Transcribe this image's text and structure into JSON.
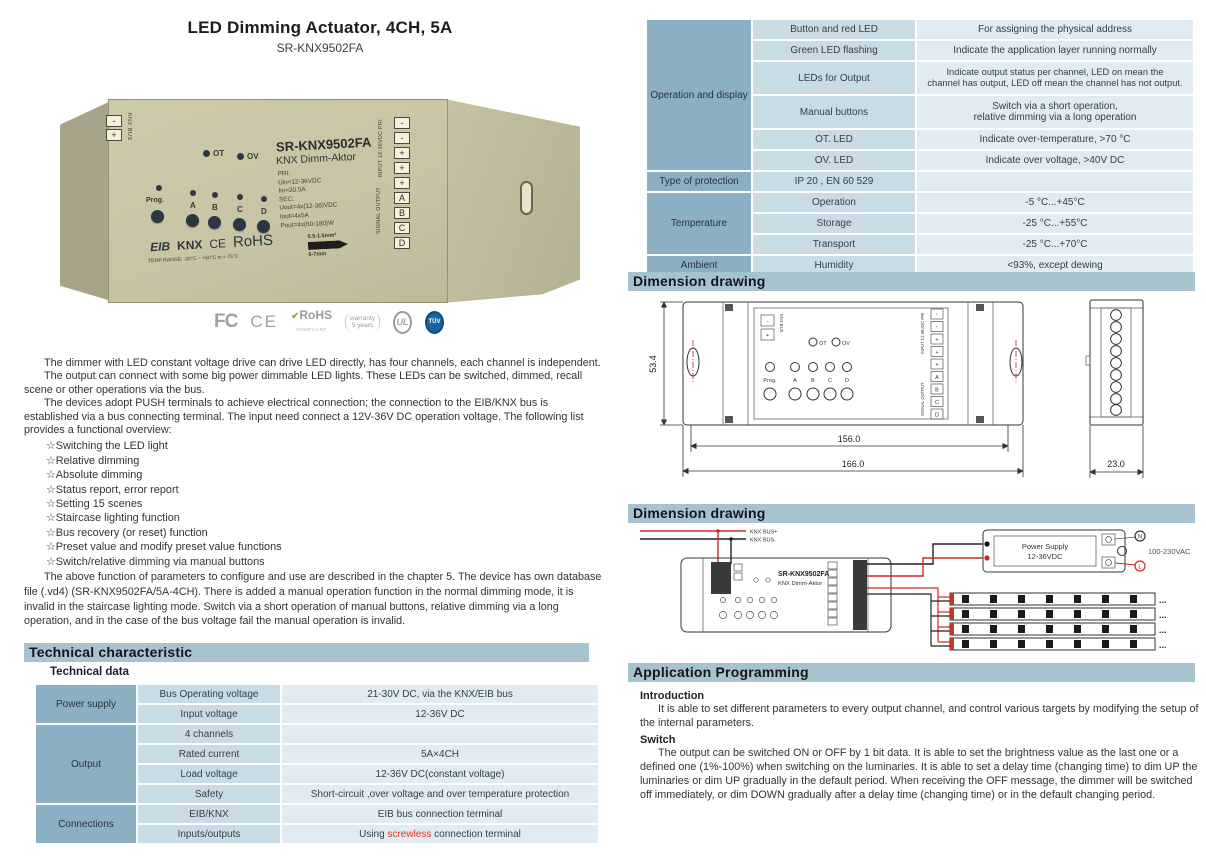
{
  "page": {
    "title": "LED Dimming Actuator, 4CH, 5A",
    "subtitle": "SR-KNX9502FA"
  },
  "device_photo": {
    "knx_bus": "KNX BUS",
    "term_minus": "-",
    "term_plus": "+",
    "ot": "OT",
    "ov": "OV",
    "model": "SR-KNX9502FA",
    "model_sub": "KNX Dimm-Aktor",
    "spec_lines": [
      "PRI:",
      "Uin=12-36VDC",
      "Iin=20.5A",
      "SEC:",
      "Uout=4x(12-36)VDC",
      "Iout=4x5A",
      "Pout=4x(60-180)W"
    ],
    "prog": "Prog.",
    "channels": [
      "A",
      "B",
      "C",
      "D"
    ],
    "logo_eib": "EIB",
    "logo_knx": "KNX",
    "logo_ce": "CE",
    "logo_rohs": "RoHS",
    "temp_range": "TEMP RANGE: -20°C ~ +50°C   tc = 75°C",
    "wire_area": "0.5-1.5mm²",
    "wire_strip": "6-7mm",
    "input_label": "INPUT 12-36VDC PRI",
    "signal_label": "SIGNAL OUTPUT",
    "in_terms": [
      "-",
      "-",
      "+",
      "+",
      "+"
    ],
    "out_terms": [
      "A",
      "B",
      "C",
      "D"
    ]
  },
  "certs": {
    "fcc": "FC",
    "ce": "CE",
    "rohs": "RoHS",
    "rohs_sub": "COMPLIANT",
    "rohs_leaf": "✔",
    "warranty_line1": "warranty",
    "warranty_line2": "5 years",
    "ul": "UL",
    "tuv": "TÜV"
  },
  "description": {
    "p1": "The dimmer with LED constant voltage drive can drive LED directly, has four channels, each channel is independent.",
    "p2": "The output can connect with some big power dimmable LED lights. These LEDs can be switched, dimmed, recall scene or other operations via the bus.",
    "p3": "The devices adopt PUSH terminals to achieve electrical connection; the connection to the EIB/KNX bus is established via a bus connecting terminal. The input need connect a 12V-36V DC operation voltage. The following list provides a functional overview:",
    "features": [
      "☆Switching the LED light",
      "☆Relative dimming",
      "☆Absolute dimming",
      "☆Status report, error report",
      "☆Setting 15 scenes",
      "☆Staircase lighting function",
      "☆Bus recovery (or reset) function",
      "☆Preset value and modify preset value functions",
      "☆Switch/relative dimming via manual buttons"
    ],
    "p4": "The above function of parameters to configure and use are described in the chapter 5. The device has own database file (.vd4) (SR-KNX9502FA/5A-4CH). There is added a manual operation function in the normal dimming mode, it is invalid in the staircase lighting mode. Switch via a short operation of manual buttons, relative dimming via a long operation, and in the case of the bus voltage fail the manual operation is invalid."
  },
  "tech": {
    "header": "Technical characteristic",
    "subheader": "Technical data",
    "groups": [
      {
        "label": "Power supply",
        "rows": [
          {
            "item": "Bus Operating voltage",
            "value": "21-30V DC, via the KNX/EIB bus"
          },
          {
            "item": "Input voltage",
            "value": "12-36V DC"
          }
        ]
      },
      {
        "label": "Output",
        "rows": [
          {
            "item": "4 channels",
            "value": ""
          },
          {
            "item": "Rated current",
            "value": "5A×4CH"
          },
          {
            "item": "Load voltage",
            "value": "12-36V DC(constant voltage)"
          },
          {
            "item": "Safety",
            "value": "Short-circuit ,over voltage and over temperature protection"
          }
        ]
      },
      {
        "label": "Connections",
        "rows": [
          {
            "item": "EIB/KNX",
            "value": "EIB bus connection terminal"
          },
          {
            "item": "Inputs/outputs",
            "value_pre": "Using ",
            "value_red": "screwless",
            "value_post": " connection terminal"
          }
        ]
      }
    ]
  },
  "op_table": {
    "groups": [
      {
        "label": "Operation and display",
        "rows": [
          {
            "item": "Button and red LED",
            "value": "For assigning the physical address"
          },
          {
            "item": "Green LED flashing",
            "value": "Indicate the application layer running normally"
          },
          {
            "item": "LEDs for Output",
            "value": "Indicate output status per channel, LED on mean the\nchannel has output, LED off mean the channel has not output."
          },
          {
            "item": "Manual buttons",
            "value": "Switch via a short operation,\nrelative dimming via a long operation"
          },
          {
            "item": "OT. LED",
            "value": "Indicate over-temperature, >70 °C"
          },
          {
            "item": "OV. LED",
            "value": "Indicate over voltage, >40V DC"
          }
        ]
      },
      {
        "label": "Type of protection",
        "rows": [
          {
            "item": "IP 20 , EN 60 529",
            "value": ""
          }
        ]
      },
      {
        "label": "Temperature",
        "rows": [
          {
            "item": "Operation",
            "value": "-5 °C...+45°C"
          },
          {
            "item": "Storage",
            "value": "-25 °C...+55°C"
          },
          {
            "item": "Transport",
            "value": "-25 °C...+70°C"
          }
        ]
      },
      {
        "label": "Ambient",
        "rows": [
          {
            "item": "Humidity",
            "value": "<93%, except dewing"
          }
        ]
      }
    ]
  },
  "dim1": {
    "header": "Dimension drawing",
    "height_label": "53.4",
    "inner_width_label": "156.0",
    "outer_width_label": "166.0",
    "depth_label": "23.0"
  },
  "dim2": {
    "header": "Dimension drawing",
    "knx_bus_plus": "KNX BUS+",
    "knx_bus_minus": "KNX BUS-",
    "model": "SR-KNX9502FA",
    "model_sub": "KNX Dimm-Aktor",
    "ps_line1": "Power Supply",
    "ps_line2": "12-36VDC",
    "mains": "100-230VAC",
    "n_label": "N",
    "l_label": "L",
    "dots": "..."
  },
  "app": {
    "header": "Application Programming",
    "intro_heading": "Introduction",
    "intro_text": "It is able to set different parameters to every output channel, and control various targets by modifying the setup of the internal parameters.",
    "switch_heading": "Switch",
    "switch_text": "The output can be switched ON or OFF by 1 bit data. It is able to set the brightness value as the last one or a defined one (1%-100%) when switching on the luminaries. It is able to set a delay time (changing time) to dim UP the luminaries or dim UP gradually in the default period. When receiving the OFF message, the dimmer will be switched off immediately, or dim DOWN gradually after a delay time (changing time) or in the default changing period."
  }
}
